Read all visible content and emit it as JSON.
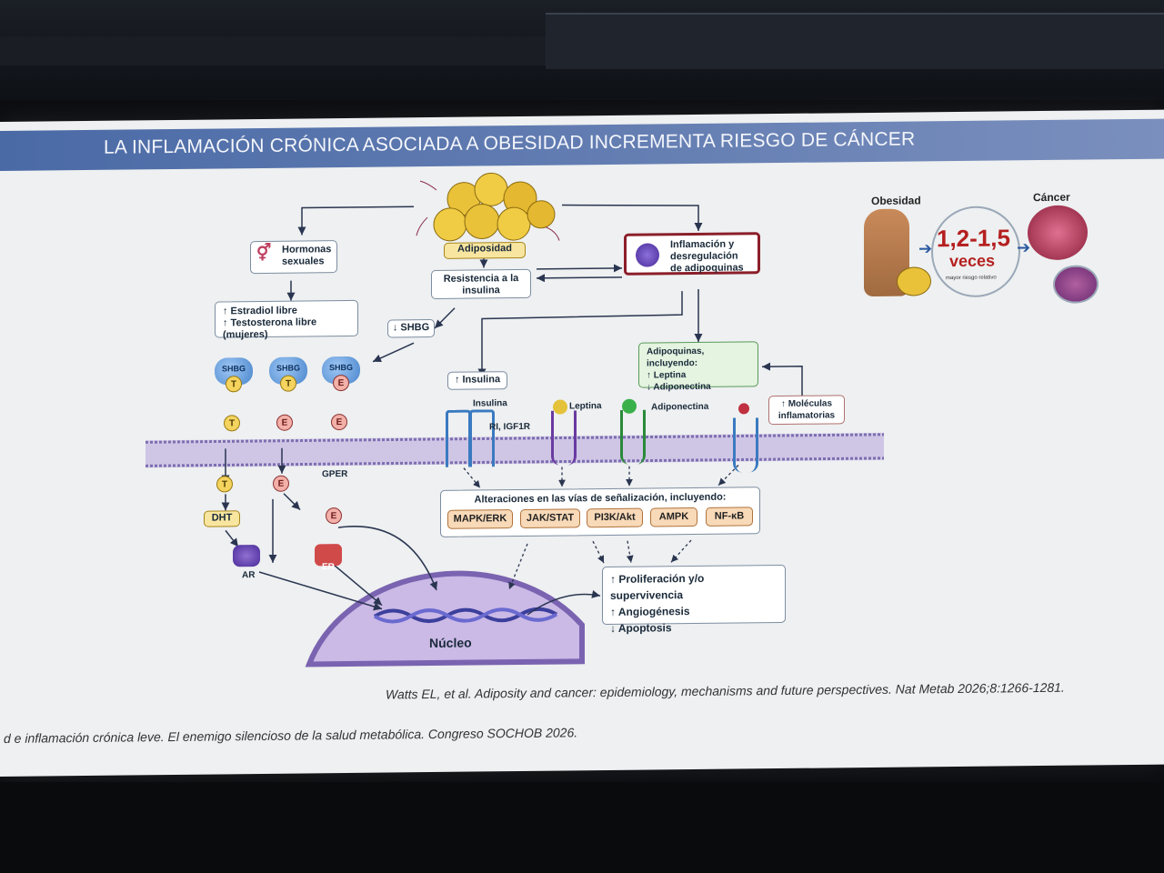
{
  "slide": {
    "title": "LA INFLAMACIÓN CRÓNICA ASOCIADA A OBESIDAD INCREMENTA RIESGO DE CÁNCER",
    "diagram": {
      "adiposidad": "Adiposidad",
      "hormonas": "Hormonas sexuales",
      "resistencia": "Resistencia a la insulina",
      "inflamacion": "Inflamación y desregulación de adipoquinas",
      "estradiol": "↑ Estradiol libre",
      "testosterona": "↑ Testosterona libre (mujeres)",
      "shbg_down": "↓ SHBG",
      "insulina_up": "↑ Insulina",
      "adipoquinas": "Adipoquinas, incluyendo:",
      "leptina_up": "↑ Leptina",
      "adiponectina_down": "↓ Adiponectina",
      "moleculas": "↑ Moléculas inflamatorias",
      "shbg": "SHBG",
      "t": "T",
      "e": "E",
      "gper": "GPER",
      "dht": "DHT",
      "ar": "AR",
      "er": "ER",
      "insulina_label": "Insulina",
      "ri_igf1r": "RI, IGF1R",
      "leptina_label": "Leptina",
      "adiponectina_label": "Adiponectina",
      "alteraciones": "Alteraciones en las vías de señalización, incluyendo:",
      "pathways": [
        "MAPK/ERK",
        "JAK/STAT",
        "PI3K/Akt",
        "AMPK",
        "NF-κB"
      ],
      "outcomes": [
        "↑ Proliferación y/o supervivencia",
        "↑ Angiogénesis",
        "↓ Apoptosis"
      ],
      "nucleo": "Núcleo"
    },
    "risk": {
      "obesidad": "Obesidad",
      "cancer": "Cáncer",
      "range": "1,2-1,5",
      "veces": "veces",
      "note": "mayor riesgo relativo"
    },
    "citation": "Watts EL, et al. Adiposity and cancer: epidemiology, mechanisms and future perspectives. Nat Metab 2026;8:1266-1281.",
    "footer": "d e inflamación crónica leve. El enemigo silencioso de la salud metabólica. Congreso SOCHOB 2026.",
    "colors": {
      "title_bar": "#5a76ad",
      "accent_red": "#b51f1f",
      "inflamacion_border": "#8b1f2a"
    }
  }
}
